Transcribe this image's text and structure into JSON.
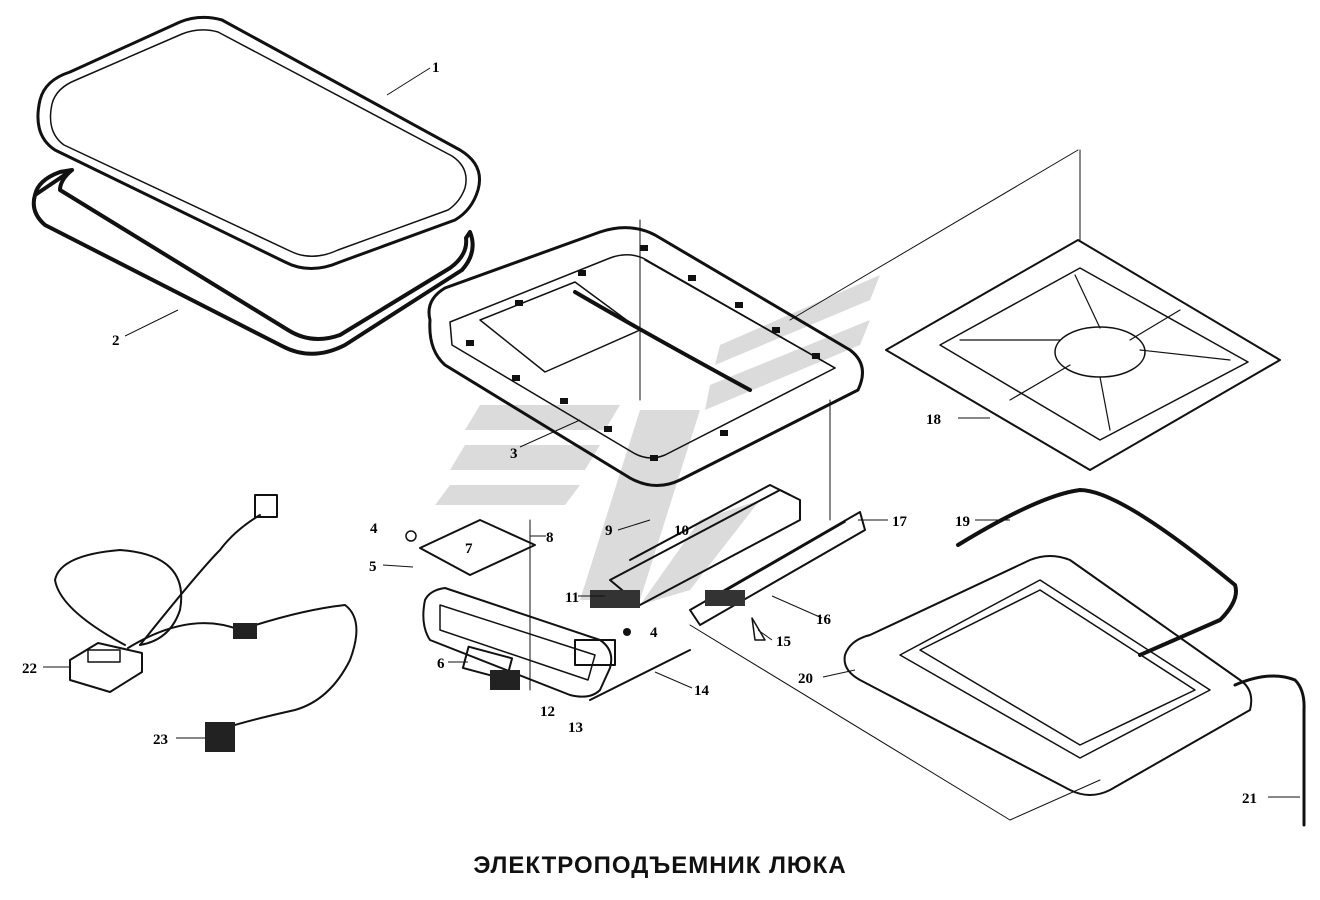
{
  "title": "ЭЛЕКТРОПОДЪЕМНИК ЛЮКА",
  "callouts": [
    "1",
    "2",
    "3",
    "4",
    "5",
    "6",
    "7",
    "8",
    "9",
    "10",
    "11",
    "12",
    "13",
    "14",
    "15",
    "16",
    "17",
    "18",
    "19",
    "20",
    "21",
    "22",
    "23"
  ],
  "colors": {
    "ink": "#111111",
    "watermark": "#c8c8c8",
    "background": "#ffffff"
  }
}
